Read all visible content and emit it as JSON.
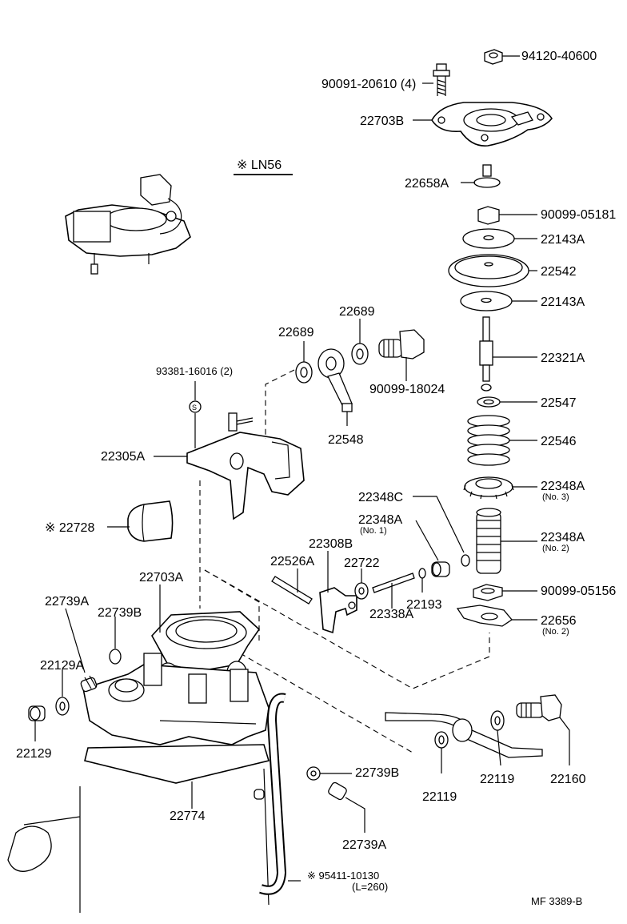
{
  "title": "※ LN56",
  "footer": "MF 3389-B",
  "labels": {
    "p94120": "94120-40600",
    "p90091": "90091-20610 (4)",
    "p22703B": "22703B",
    "p22658A": "22658A",
    "p90099_05181": "90099-05181",
    "p22143A_1": "22143A",
    "p22542": "22542",
    "p22143A_2": "22143A",
    "p22321A": "22321A",
    "p22547": "22547",
    "p22546": "22546",
    "p22348A_3": "22348A",
    "p22348A_3_sub": "(No. 3)",
    "p22348C": "22348C",
    "p22348A_1": "22348A",
    "p22348A_1_sub": "(No. 1)",
    "p22348A_2": "22348A",
    "p22348A_2_sub": "(No. 2)",
    "p90099_05156": "90099-05156",
    "p22656": "22656",
    "p22656_sub": "(No. 2)",
    "p22689_a": "22689",
    "p22689_b": "22689",
    "p90099_18024": "90099-18024",
    "p22548": "22548",
    "p93381": "93381-16016 (2)",
    "p22305A": "22305A",
    "p22728": "※ 22728",
    "p22308B": "22308B",
    "p22526A": "22526A",
    "p22722": "22722",
    "p22193": "22193",
    "p22338A": "22338A",
    "p22739A_1": "22739A",
    "p22703A": "22703A",
    "p22739B_1": "22739B",
    "p22129A": "22129A",
    "p22129": "22129",
    "p22774": "22774",
    "p22739B_2": "22739B",
    "p22739A_2": "22739A",
    "p95411": "※ 95411-10130",
    "p95411_sub": "(L=260)",
    "p22119_a": "22119",
    "p22119_b": "22119",
    "p22160": "22160"
  }
}
